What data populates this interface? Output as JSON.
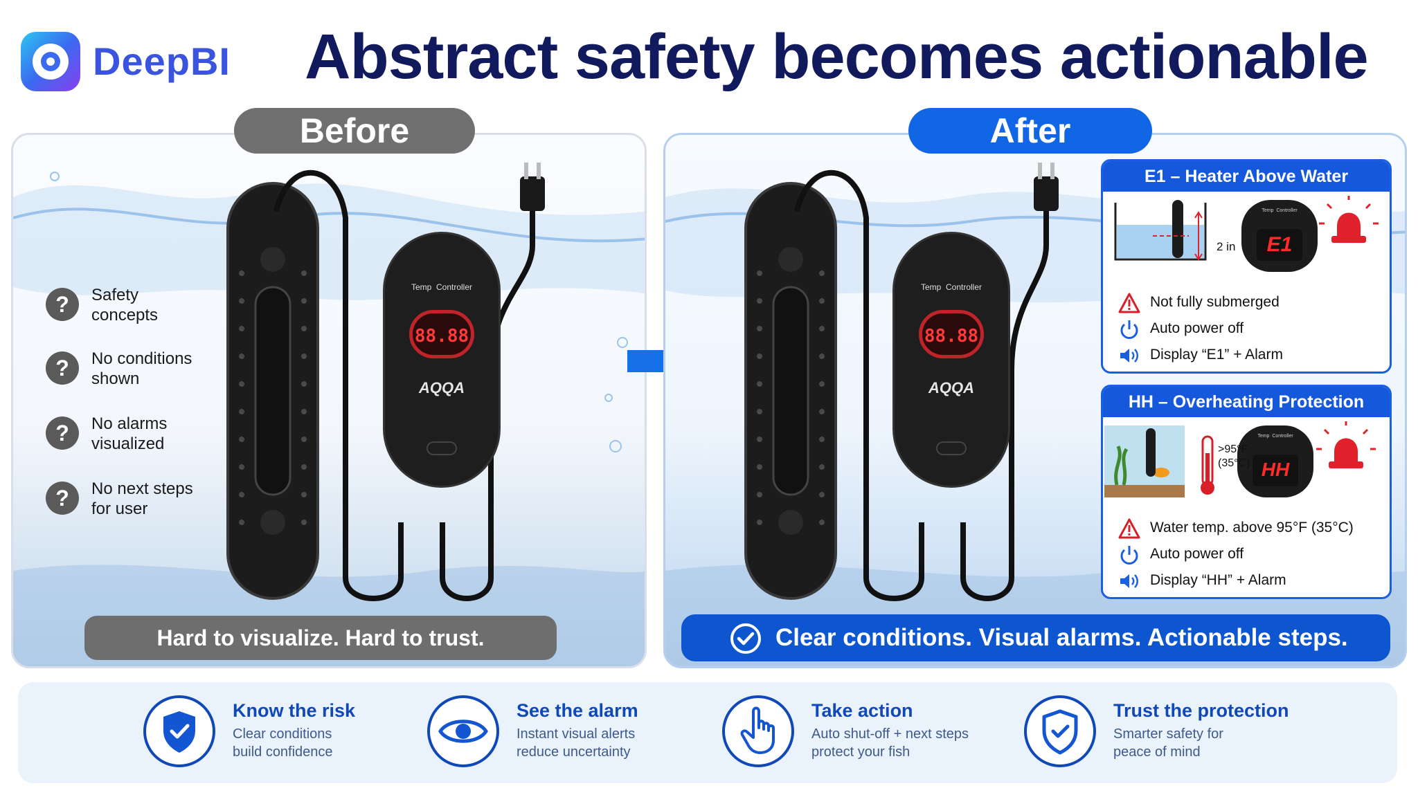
{
  "brand": {
    "name": "DeepBI",
    "logo_icon": "deepbi-logo-icon"
  },
  "title": "Abstract safety becomes actionable",
  "before": {
    "label": "Before",
    "items": [
      {
        "icon": "question-icon",
        "line1": "Safety",
        "line2": "concepts"
      },
      {
        "icon": "question-icon",
        "line1": "No conditions",
        "line2": "shown"
      },
      {
        "icon": "question-icon",
        "line1": "No alarms",
        "line2": "visualized"
      },
      {
        "icon": "question-icon",
        "line1": "No next steps",
        "line2": "for user"
      }
    ],
    "controller": {
      "label": "Temp  Controller",
      "display": "88.88",
      "brand": "AQQA"
    },
    "footer": "Hard to visualize. Hard to trust."
  },
  "after": {
    "label": "After",
    "controller": {
      "label": "Temp  Controller",
      "display": "88.88",
      "brand": "AQQA"
    },
    "footer": "Clear conditions. Visual alarms. Actionable steps.",
    "cards": [
      {
        "title": "E1 – Heater Above Water",
        "measure": "2 in",
        "display_code": "E1",
        "controller_label": "Temp  Controller",
        "rows": [
          {
            "icon": "warning-icon",
            "text": "Not fully submerged"
          },
          {
            "icon": "power-icon",
            "text": "Auto power off"
          },
          {
            "icon": "speaker-icon",
            "text": "Display “E1” + Alarm"
          }
        ]
      },
      {
        "title": "HH – Overheating Protection",
        "threshold_f": ">95°F",
        "threshold_c": "(35°C)",
        "display_code": "HH",
        "controller_label": "Temp  Controller",
        "rows": [
          {
            "icon": "warning-icon",
            "text": "Water temp. above 95°F (35°C)"
          },
          {
            "icon": "power-icon",
            "text": "Auto power off"
          },
          {
            "icon": "speaker-icon",
            "text": "Display “HH” + Alarm"
          }
        ]
      }
    ]
  },
  "features": [
    {
      "icon": "shield-check-icon",
      "title": "Know the risk",
      "line1": "Clear conditions",
      "line2": "build confidence"
    },
    {
      "icon": "eye-icon",
      "title": "See the alarm",
      "line1": "Instant visual alerts",
      "line2": "reduce uncertainty"
    },
    {
      "icon": "hand-pointer-icon",
      "title": "Take action",
      "line1": "Auto shut-off + next steps",
      "line2": "protect your fish"
    },
    {
      "icon": "shield-outline-icon",
      "title": "Trust the protection",
      "line1": "Smarter safety for",
      "line2": "peace of mind"
    }
  ],
  "colors": {
    "navy": "#101a5c",
    "brand_blue": "#3a54e0",
    "accent_blue": "#1166e6",
    "alert_red": "#e0202a",
    "before_grey": "#707070"
  }
}
